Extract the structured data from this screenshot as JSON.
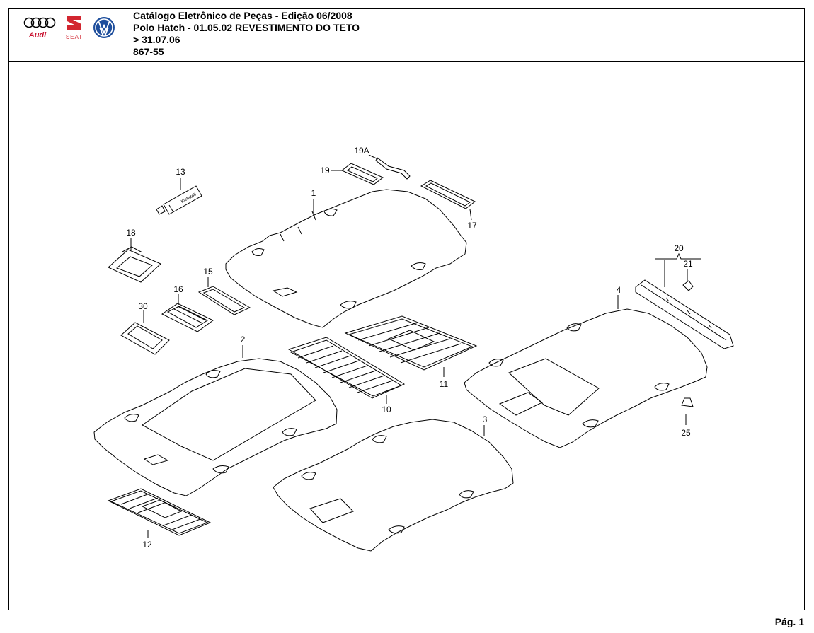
{
  "header": {
    "title_line1": "Catálogo Eletrônico de Peças - Edição 06/2008",
    "title_line2": "Polo Hatch - 01.05.02 REVESTIMENTO DO TETO",
    "title_line3": "> 31.07.06",
    "title_line4": "867-55",
    "logos": {
      "audi_text": "Audi",
      "seat_text": "SEAT",
      "vw_text": "VW"
    }
  },
  "tube_label": "Klebstoff",
  "callouts": {
    "p1": "1",
    "p2": "2",
    "p3": "3",
    "p4": "4",
    "p10": "10",
    "p11": "11",
    "p12": "12",
    "p13": "13",
    "p15": "15",
    "p16": "16",
    "p17": "17",
    "p18": "18",
    "p19": "19",
    "p19a": "19A",
    "p20": "20",
    "p21": "21",
    "p25": "25",
    "p30": "30"
  },
  "footer": {
    "page": "Pág. 1"
  },
  "colors": {
    "line": "#000000",
    "background": "#ffffff",
    "audi_red": "#c8102e",
    "seat_red": "#d22630",
    "vw_blue": "#1e4e9c"
  }
}
